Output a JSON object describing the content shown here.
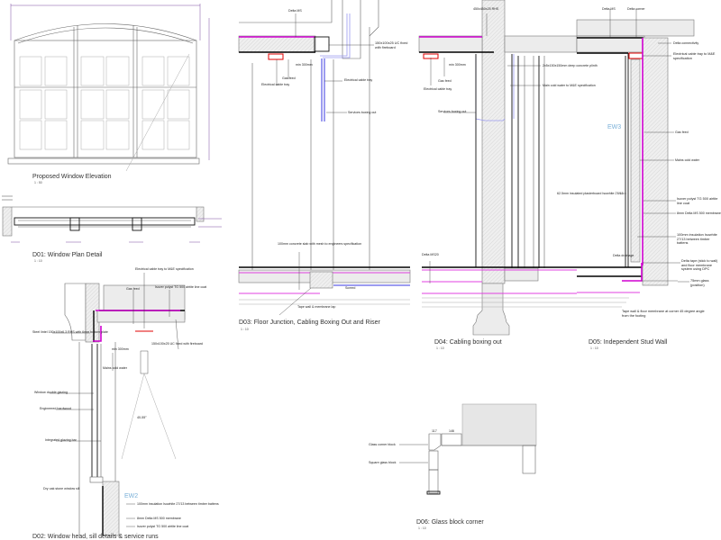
{
  "sheet": {
    "colors": {
      "membrane": "#d000d0",
      "cable_tray": "#e00000",
      "services": "#3a3ae0",
      "wall_tag": "#7ab0d8"
    },
    "drawings": {
      "window_elevation": {
        "title": "Proposed Window Elevation",
        "scale": "1 : 50"
      },
      "d01": {
        "title": "D01: Window Plan Detail",
        "scale": "1 : 10"
      },
      "d02": {
        "title": "D02: Window head, sill details & service runs",
        "labels": {
          "cable_tray": "Electrical cable tray to M&E specification",
          "gas_feed": "Gas feed",
          "lining": "Isover polyst TG 500 airtite line coat",
          "lintel": "Steel lintel 150x100x6.3 RHS with 6mm bottom plate",
          "uc": "150x100x25 UC fixed with fireboard",
          "min_clear": "min 300mm",
          "cold_water": "Mains cold water",
          "glazing": "Window double glazing",
          "hardwood": "Engineered hardwood",
          "glazing_bar": "Integrated glazing bar",
          "sill": "Dry oak stone window sill",
          "wall_tag": "EW2",
          "insulation": "100mm insulation Isowhite 27/13 between timber battens",
          "membrane": "8mm Delta MS 500 membrane",
          "lining2": "Isover polyst TG 500 airtite line coat",
          "angle": "40-55°"
        }
      },
      "d03": {
        "title": "D03: Floor Junction, Cabling Boxing Out and Riser",
        "scale": "1 : 10",
        "labels": {
          "delta": "Delta MS",
          "uc": "150x100x25 UC fixed with fireboard",
          "min_clear": "min 300mm",
          "gas_feed": "Gas feed",
          "cable_tray_1": "Electrical cable tray",
          "cable_tray_2": "Electrical cable tray",
          "boxing": "Services boxing out",
          "slab": "100mm concrete slab with mesh to engineers specification",
          "screed": "Screed",
          "tape": "Tape wall & membrane lap"
        }
      },
      "d04": {
        "title": "D04: Cabling boxing out",
        "scale": "1 : 10",
        "labels": {
          "column": "450x450x25 RHS",
          "gas_feed": "Gas feed",
          "cable_tray": "Electrical cable tray",
          "min_clear": "min 300mm",
          "boxing": "Services boxing out",
          "plinth": "2x5x150x150mm deep concrete plinth",
          "cold_water": "Main cold water to M&E specification",
          "delta": "Delta MS20"
        }
      },
      "d05": {
        "title": "D05: Independent Stud Wall",
        "scale": "1 : 10",
        "labels": {
          "delta_ms": "Delta MS",
          "delta_corner": "Delta corner",
          "delta_conn": "Delta connectivity",
          "cable_tray": "Electrical cable tray to M&E specification",
          "wall_tag": "EW3",
          "gas_feed": "Gas feed",
          "cold_water": "Mains cold water",
          "plasterboard": "62.5mm insulated plasterboard Isowhite 27/13",
          "lining": "Isover polyst TG 500 airtite line coat",
          "membrane": "8mm Delta MS 500 membrane",
          "insulation": "100mm insulation Isowhite 27/13 between timber battens",
          "drainage": "Delta drainage",
          "tape": "Delta tape (stick to wall) and floor membrane system using DPC",
          "glass": "75mm glass (position)",
          "note": "Tape wall & floor membrane at corner 45 degree angle from the footing"
        }
      },
      "d06": {
        "title": "D06: Glass block corner",
        "scale": "1 : 10",
        "labels": {
          "corner_block": "Glass corner block",
          "square_block": "Square glass block",
          "dim_a": "117",
          "dim_b": "146"
        }
      }
    }
  }
}
